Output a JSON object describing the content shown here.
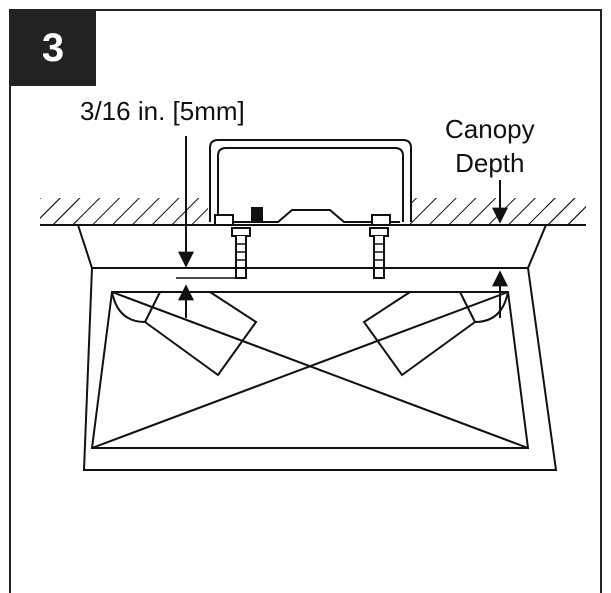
{
  "step": {
    "number": "3"
  },
  "labels": {
    "gap_dimension": "3/16 in. [5mm]",
    "canopy_line1": "Canopy",
    "canopy_line2": "Depth"
  },
  "colors": {
    "stroke": "#111111",
    "badge_bg": "#222222",
    "badge_text": "#ffffff",
    "background": "#ffffff"
  }
}
